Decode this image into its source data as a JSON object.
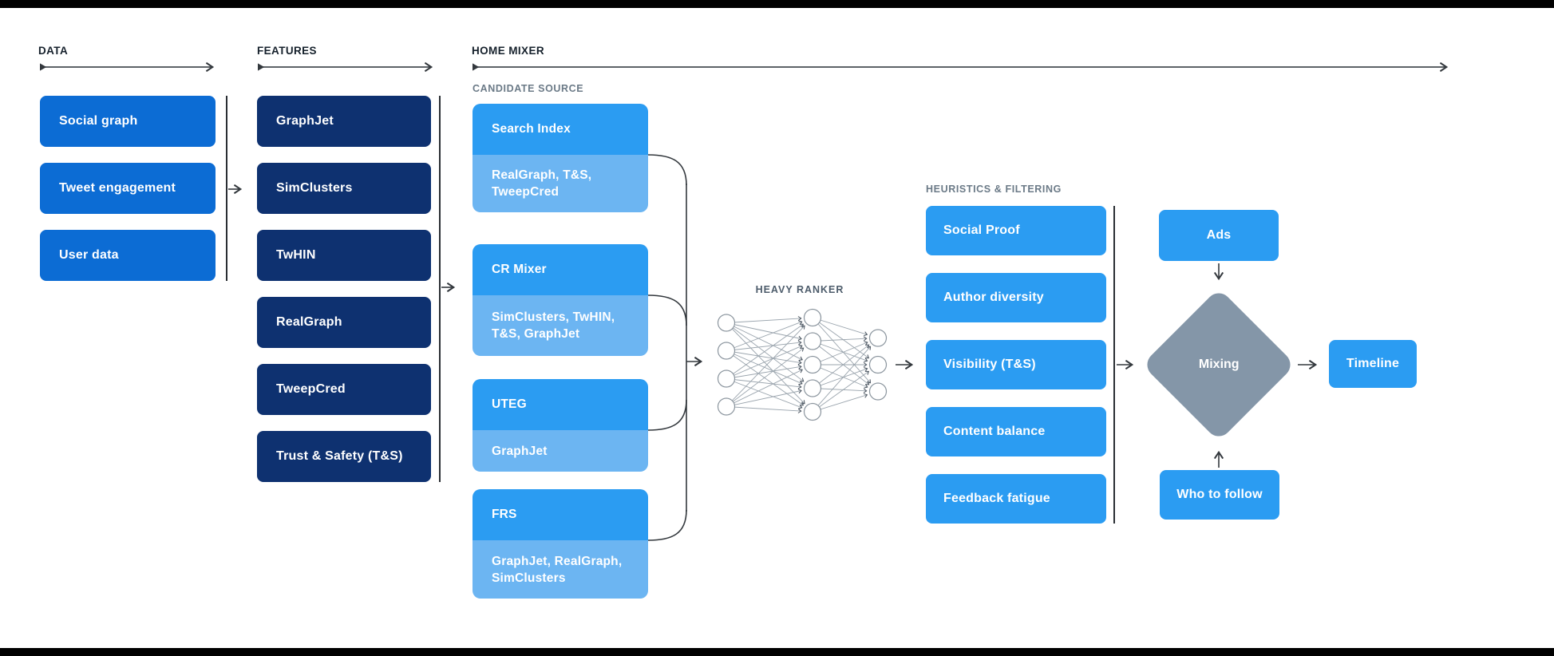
{
  "data_col": {
    "header": "DATA",
    "boxes": [
      "Social graph",
      "Tweet engagement",
      "User data"
    ]
  },
  "features_col": {
    "header": "FEATURES",
    "boxes": [
      "GraphJet",
      "SimClusters",
      "TwHIN",
      "RealGraph",
      "TweepCred",
      "Trust & Safety (T&S)"
    ]
  },
  "home_mixer": {
    "header": "HOME MIXER"
  },
  "candidate_source": {
    "label": "CANDIDATE SOURCE",
    "groups": [
      {
        "title": "Search Index",
        "detail": "RealGraph, T&S, TweepCred"
      },
      {
        "title": "CR Mixer",
        "detail": "SimClusters, TwHIN, T&S, GraphJet"
      },
      {
        "title": "UTEG",
        "detail": "GraphJet"
      },
      {
        "title": "FRS",
        "detail": "GraphJet, RealGraph, SimClusters"
      }
    ]
  },
  "heavy_ranker": {
    "label": "HEAVY RANKER",
    "layers": [
      4,
      5,
      3
    ]
  },
  "heuristics": {
    "label": "HEURISTICS & FILTERING",
    "boxes": [
      "Social Proof",
      "Author diversity",
      "Visibility (T&S)",
      "Content balance",
      "Feedback fatigue"
    ]
  },
  "output_stage": {
    "ads": "Ads",
    "mixing": "Mixing",
    "who_to_follow": "Who to follow",
    "timeline": "Timeline"
  },
  "colors": {
    "data_box_blue": "#0c6cd4",
    "feature_box_navy": "#0e3170",
    "bright_blue": "#2b9cf2",
    "light_blue": "#6cb5f2",
    "diamond_gray": "#8496a8",
    "header_text": "#16212c",
    "label_gray": "#6b7a87",
    "wire_dark": "#33383d",
    "background": "#ffffff",
    "frame_bars": "#000000"
  }
}
